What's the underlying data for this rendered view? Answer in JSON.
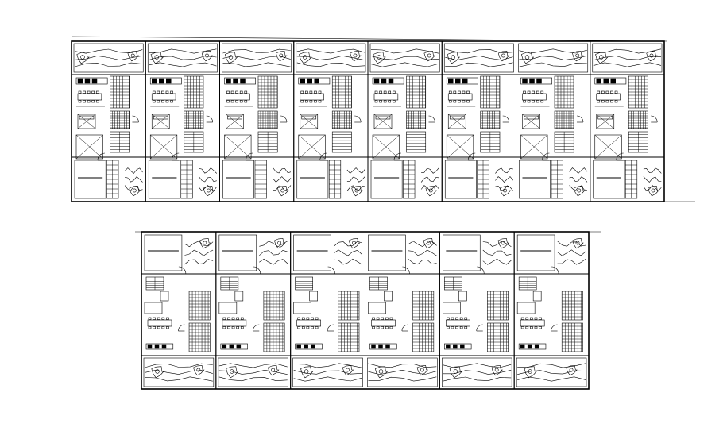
{
  "drawing": {
    "type": "architectural-floor-plan",
    "background": "#ffffff",
    "line_color": "#000000",
    "rows": [
      {
        "name": "upper-row",
        "units": 8,
        "garden_position": "top",
        "porch_position": "bottom"
      },
      {
        "name": "lower-row",
        "units": 6,
        "garden_position": "bottom",
        "porch_position": "top"
      }
    ]
  }
}
